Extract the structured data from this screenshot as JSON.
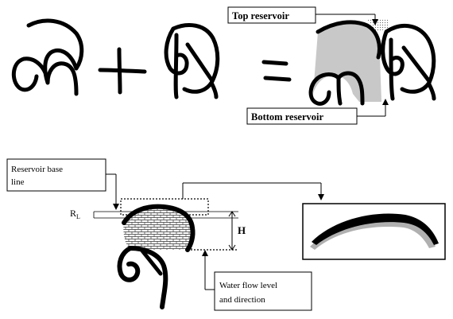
{
  "labels": {
    "top_reservoir": "Top reservoir",
    "bottom_reservoir": "Bottom reservoir",
    "reservoir_base_line_1": "Reservoir base",
    "reservoir_base_line_2": "line",
    "rl_main": "R",
    "rl_sub": "L",
    "height": "H",
    "water_flow_1": "Water flow level",
    "water_flow_2": "and direction"
  },
  "operators": {
    "plus": "+",
    "equals": "="
  }
}
